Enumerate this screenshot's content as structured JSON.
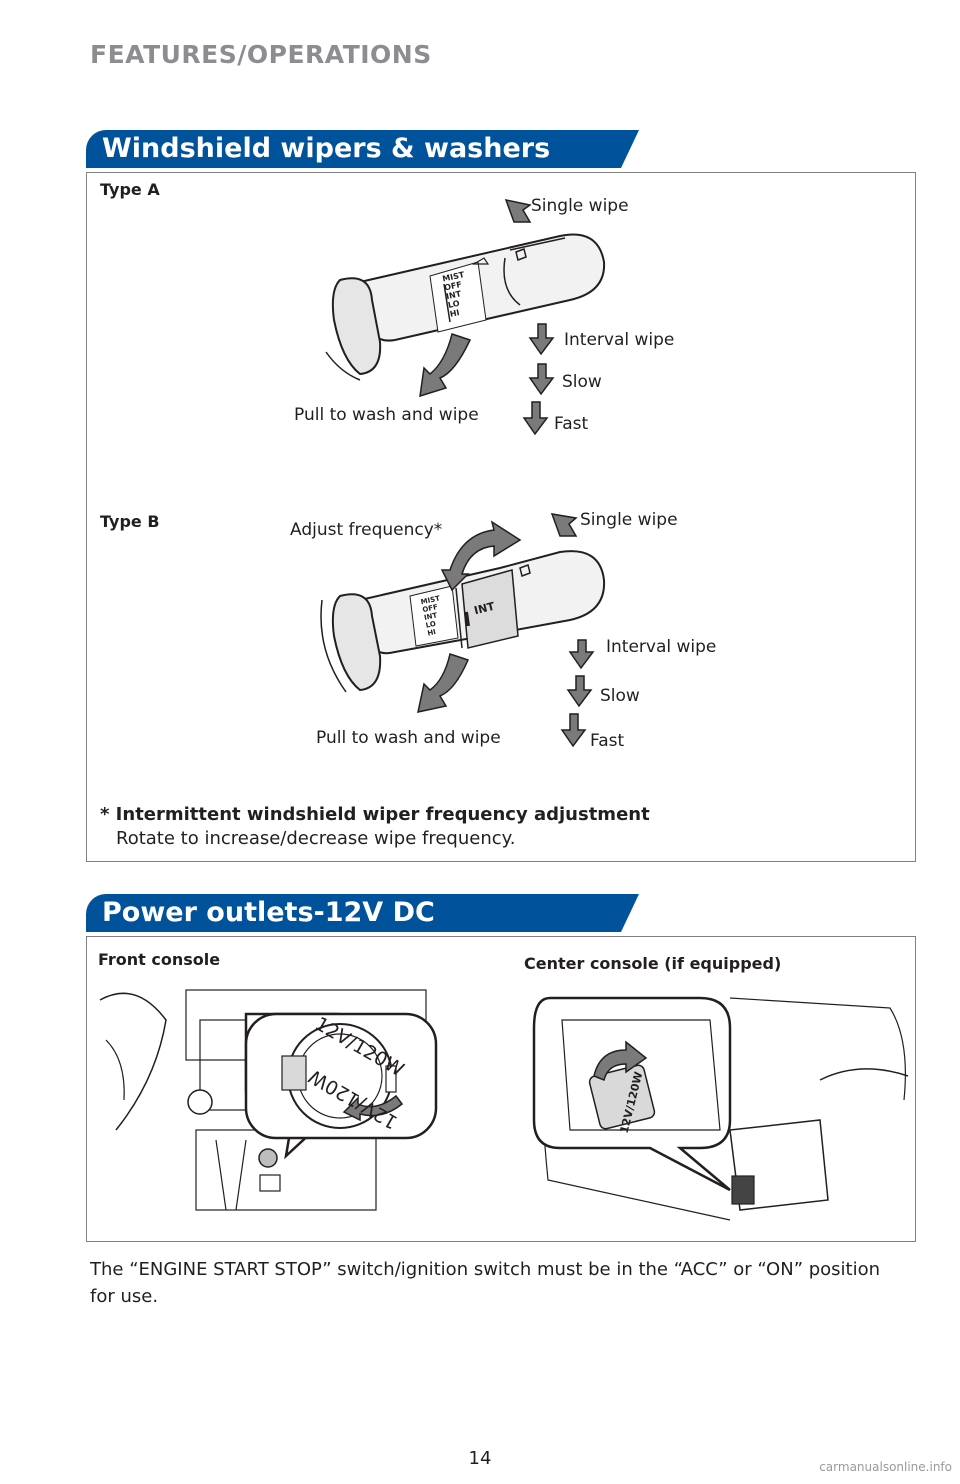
{
  "page": {
    "section_header": "FEATURES/OPERATIONS",
    "page_number": "14",
    "footer_watermark": "carmanualsonline.info"
  },
  "wipers": {
    "title": "Windshield wipers & washers",
    "type_a": {
      "label": "Type A",
      "single_wipe": "Single wipe",
      "interval_wipe": "Interval wipe",
      "slow": "Slow",
      "fast": "Fast",
      "pull_wash": "Pull to wash and wipe",
      "stalk_marks": [
        "MIST",
        "OFF",
        "INT",
        "LO",
        "HI"
      ]
    },
    "type_b": {
      "label": "Type B",
      "adjust_frequency": "Adjust frequency*",
      "single_wipe": "Single wipe",
      "interval_wipe": "Interval wipe",
      "slow": "Slow",
      "fast": "Fast",
      "pull_wash": "Pull to wash and wipe",
      "stalk_marks": [
        "MIST",
        "OFF",
        "INT",
        "LO",
        "HI"
      ],
      "ring_label": "INT"
    },
    "note_title": "* Intermittent windshield wiper frequency adjustment",
    "note_body": "Rotate to increase/decrease wipe frequency."
  },
  "power": {
    "title": "Power outlets-12V DC",
    "front_label": "Front console",
    "center_label": "Center console (if equipped)",
    "outlet_rating": "12V/120W",
    "body_text": "The “ENGINE START STOP” switch/ignition switch must be in the “ACC” or “ON” position for use."
  },
  "colors": {
    "brand_blue": "#00529b",
    "header_gray": "#8c8d90",
    "arrow_gray": "#7a7a7a"
  }
}
